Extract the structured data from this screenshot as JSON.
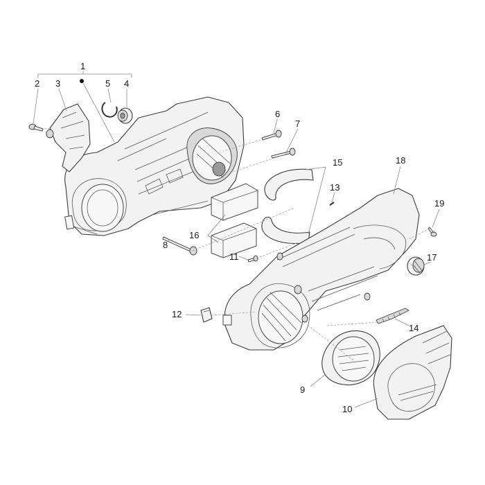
{
  "callouts": {
    "c1": "1",
    "c2": "2",
    "c3": "3",
    "c4": "4",
    "c5": "5",
    "c6": "6",
    "c7": "7",
    "c8": "8",
    "c9": "9",
    "c10": "10",
    "c11": "11",
    "c12": "12",
    "c13": "13",
    "c14": "14",
    "c15": "15",
    "c16": "16",
    "c17": "17",
    "c18": "18",
    "c19": "19"
  },
  "colors": {
    "part_fill": "#f2f2f2",
    "outline": "#3a3a3a",
    "leader": "#888888"
  }
}
